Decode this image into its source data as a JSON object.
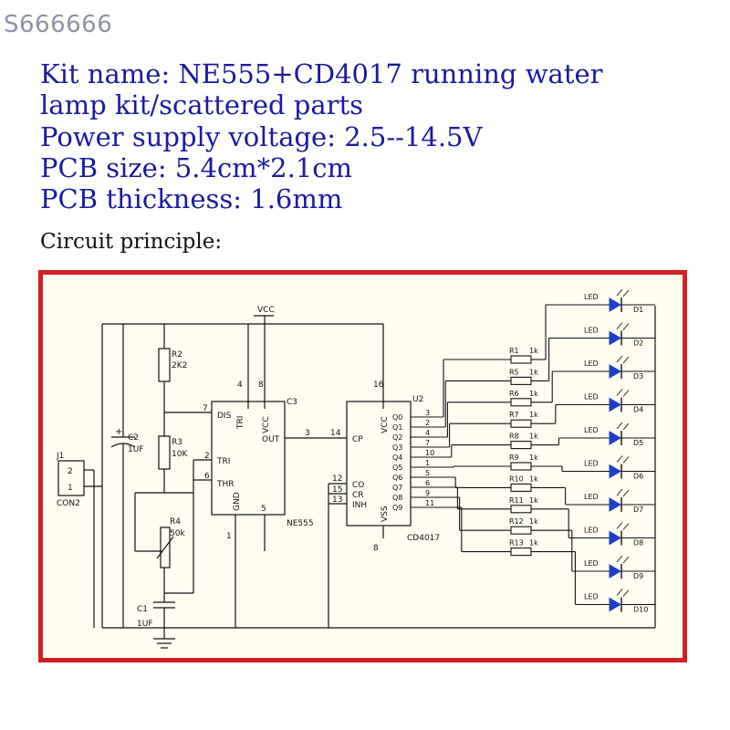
{
  "watermark": "S666666",
  "specs": {
    "line1": "Kit name: NE555+CD4017 running water",
    "line2": "lamp kit/scattered parts",
    "line3": "Power supply voltage: 2.5--14.5V",
    "line4": "PCB size: 5.4cm*2.1cm",
    "line5": "PCB thickness: 1.6mm"
  },
  "circuit_label": "Circuit principle:",
  "schematic": {
    "vcc": "VCC",
    "connector": {
      "ref": "J1",
      "type": "CON2",
      "pin2": "2",
      "pin1": "1"
    },
    "c2": {
      "ref": "C2",
      "value": "1UF",
      "sign": "+"
    },
    "r2": {
      "ref": "R2",
      "value": "2K2"
    },
    "r3": {
      "ref": "R3",
      "value": "10K"
    },
    "r4": {
      "ref": "R4",
      "value": "50k"
    },
    "c1": {
      "ref": "C1",
      "value": "1UF"
    },
    "ne555": {
      "ref": "C3",
      "name": "NE555",
      "pins": {
        "dis": "DIS",
        "tri_top": "TRI",
        "vcc": "VCC",
        "out": "OUT",
        "tri": "TRI",
        "thr": "THR",
        "gnd": "GND"
      },
      "numbers": {
        "n7": "7",
        "n4": "4",
        "n8": "8",
        "n2": "2",
        "n6": "6",
        "n3": "3",
        "n5": "5",
        "n1": "1"
      }
    },
    "cd4017": {
      "ref": "U2",
      "name": "CD4017",
      "pins": {
        "cp": "CP",
        "co": "CO",
        "cr": "CR",
        "inh": "INH",
        "vcc": "VCC",
        "vss": "VSS"
      },
      "numbers": {
        "n14": "14",
        "n12": "12",
        "n15": "15",
        "n13": "13",
        "n16": "16",
        "n8": "8"
      },
      "outputs": [
        {
          "q": "Q0",
          "pin": "3"
        },
        {
          "q": "Q1",
          "pin": "2"
        },
        {
          "q": "Q2",
          "pin": "4"
        },
        {
          "q": "Q3",
          "pin": "7"
        },
        {
          "q": "Q4",
          "pin": "10"
        },
        {
          "q": "Q5",
          "pin": "1"
        },
        {
          "q": "Q6",
          "pin": "5"
        },
        {
          "q": "Q7",
          "pin": "6"
        },
        {
          "q": "Q8",
          "pin": "9"
        },
        {
          "q": "Q9",
          "pin": "11"
        }
      ]
    },
    "resistors": [
      {
        "ref": "R1",
        "value": "1k"
      },
      {
        "ref": "R5",
        "value": "1k"
      },
      {
        "ref": "R6",
        "value": "1k"
      },
      {
        "ref": "R7",
        "value": "1k"
      },
      {
        "ref": "R8",
        "value": "1k"
      },
      {
        "ref": "R9",
        "value": "1k"
      },
      {
        "ref": "R10",
        "value": "1k"
      },
      {
        "ref": "R11",
        "value": "1k"
      },
      {
        "ref": "R12",
        "value": "1k"
      },
      {
        "ref": "R13",
        "value": "1k"
      }
    ],
    "leds": [
      {
        "ref": "D1",
        "label": "LED"
      },
      {
        "ref": "D2",
        "label": "LED"
      },
      {
        "ref": "D3",
        "label": "LED"
      },
      {
        "ref": "D4",
        "label": "LED"
      },
      {
        "ref": "D5",
        "label": "LED"
      },
      {
        "ref": "D6",
        "label": "LED"
      },
      {
        "ref": "D7",
        "label": "LED"
      },
      {
        "ref": "D8",
        "label": "LED"
      },
      {
        "ref": "D9",
        "label": "LED"
      },
      {
        "ref": "D10",
        "label": "LED"
      }
    ],
    "colors": {
      "frame": "#d42020",
      "title": "#1a1aa0",
      "wire": "#111111",
      "paper": "#fffdf0"
    }
  }
}
